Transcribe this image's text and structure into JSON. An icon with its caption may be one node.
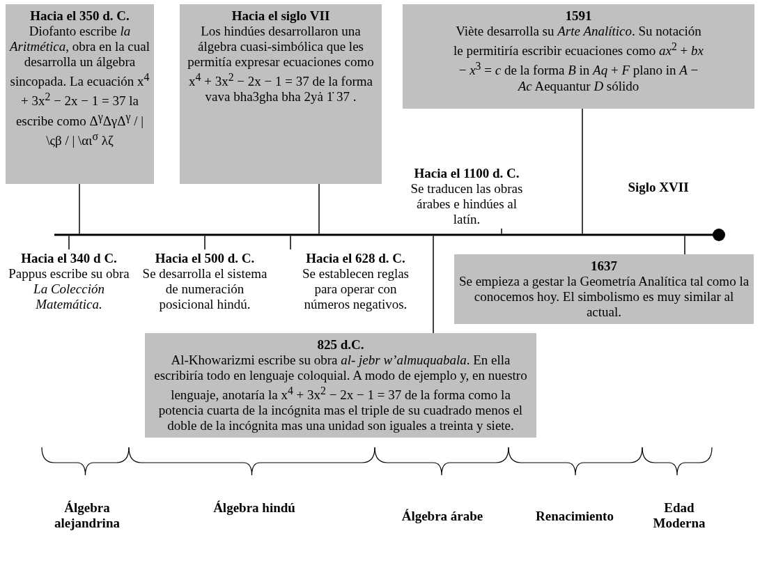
{
  "diagram": {
    "nodes": [
      {
        "text": [
          "Hacia el 350 d. C.",
          "Diofanto escribe *la Aritmética*, obra en la cual desarrolla un álgebra sincopada. La ecuación x$^{4}$ + 3x$^{2}$ − 2x − 1 = 37 la escribe como Δ$^{γ}$ΔγΔ$^{γ}$ / | \\ςβ / | \\αι$^{σ}$ λζ"
        ]
      },
      {
        "text": [
          "Hacia el siglo VII",
          "Los hindúes desarrollaron una álgebra cuasi-simbólica que les permitía expresar ecuaciones como x$^{4}$ + 3x$^{2}$ − 2x − 1 = 37 de la forma vava bha3gha bha 2yȧ 1̇ 37 ."
        ]
      },
      {
        "text": [
          "1591",
          "Viète desarrolla su *Arte Analítico*. Su notación le permitiría escribir ecuaciones como *ax*$^{2}$ + *bx* − *x*$^{3}$ = *c* de la forma *B* in *Aq* + *F* plano in *A* − *Ac* Aequantur *D* sólido"
        ]
      },
      {
        "text": [
          "Hacia el 1100 d. C.",
          "Se traducen las obras árabes e hindúes al latín."
        ]
      },
      {
        "text": [
          "Hacia el 340 d C.",
          "Pappus escribe su obra *La Colección Matemática.*"
        ]
      },
      {
        "text": [
          "Hacia el 500 d. C.",
          "Se desarrolla el sistema de numeración posicional hindú."
        ]
      },
      {
        "text": [
          "Hacia el 628 d. C.",
          "Se establecen reglas para operar con números negativos."
        ]
      },
      {
        "text": [
          "1637",
          "Se empieza a gestar la Geometría Analítica tal como la conocemos hoy. El simbolismo es muy similar al actual."
        ]
      },
      {
        "text": [
          "825 d.C.",
          "Al-Khowarizmi escribe su obra *al- jebr w’almuquabala*. En ella escribiría todo en lenguaje coloquial. A modo de ejemplo y, en nuestro lenguaje, anotaría la x$^{4}$ + 3x$^{2}$ − 2x − 1 = 37 de la forma como la potencia cuarta de la incógnita mas el triple de su cuadrado menos el doble de la incógnita mas una unidad son iguales a treinta y siete."
        ]
      },
      {
        "text": [],
        "shape": "bar"
      }
    ],
    "edges": [
      {
        "from": 0,
        "to": 9,
        "arrow": "none"
      },
      {
        "from": 1,
        "to": 9,
        "arrow": "none"
      },
      {
        "from": 2,
        "to": 9,
        "arrow": "none"
      },
      {
        "from": 3,
        "to": 9,
        "arrow": "none"
      },
      {
        "from": 4,
        "to": 9,
        "arrow": "none"
      },
      {
        "from": 5,
        "to": 9,
        "arrow": "none"
      },
      {
        "from": 6,
        "to": 9,
        "arrow": "none"
      },
      {
        "from": 7,
        "to": 9,
        "arrow": "none"
      },
      {
        "from": 8,
        "to": 9,
        "arrow": "none"
      }
    ],
    "labels": [
      "Siglo XVII",
      "Álgebra alejandrina",
      "Álgebra hindú",
      "Álgebra árabe",
      "Renacimiento",
      "Edad Moderna"
    ]
  }
}
